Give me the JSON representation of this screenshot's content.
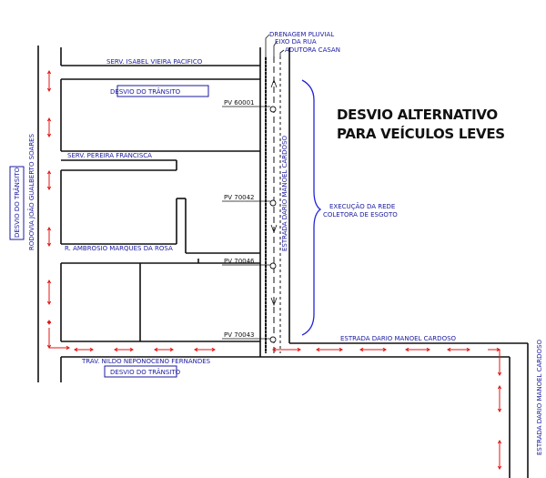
{
  "title": {
    "line1": "DESVIO ALTERNATIVO",
    "line2": "PARA VEÍCULOS LEVES"
  },
  "labels": {
    "drenagem": "DRENAGEM PLUVIAL",
    "eixo": "EIXO DA RUA",
    "adutora": "ADUTORA CASAN",
    "execucao_1": "EXECUÇÃO DA REDE",
    "execucao_2": "COLETORA DE ESGOTO"
  },
  "streets": {
    "isabel": "SERV. ISABEL VIEIRA PACIFICO",
    "pereira": "SERV.    PEREIRA FRANCISCA",
    "ambrosio": "R.  AMBROSIO MARQUES DA ROSA",
    "nildo": "TRAV. NILDO NEPONOCENO FERNANDES",
    "dario_horizontal": "ESTRADA DARIO MANOEL CARDOSO",
    "dario_vertical": "ESTRADA DARIO MANOEL CARDOSO",
    "dario_right": "ESTRADA DARIO MANOEL CARDOSO",
    "rodovia": "RODOVIA JOÃO GUALBERTO SOARES"
  },
  "detours": {
    "top": "DESVIO DO TRÂNSITO",
    "bottom": "DESVIO DO TRÂNSITO",
    "left": "DESVIO DO TRÂNSITO"
  },
  "pvs": [
    "PV 60001",
    "PV 70042",
    "PV 70046",
    "PV 70043"
  ],
  "colors": {
    "street": "#111111",
    "detour_arrow": "#e01515",
    "label_text": "#1a1aa0",
    "brace": "#2222dd"
  }
}
